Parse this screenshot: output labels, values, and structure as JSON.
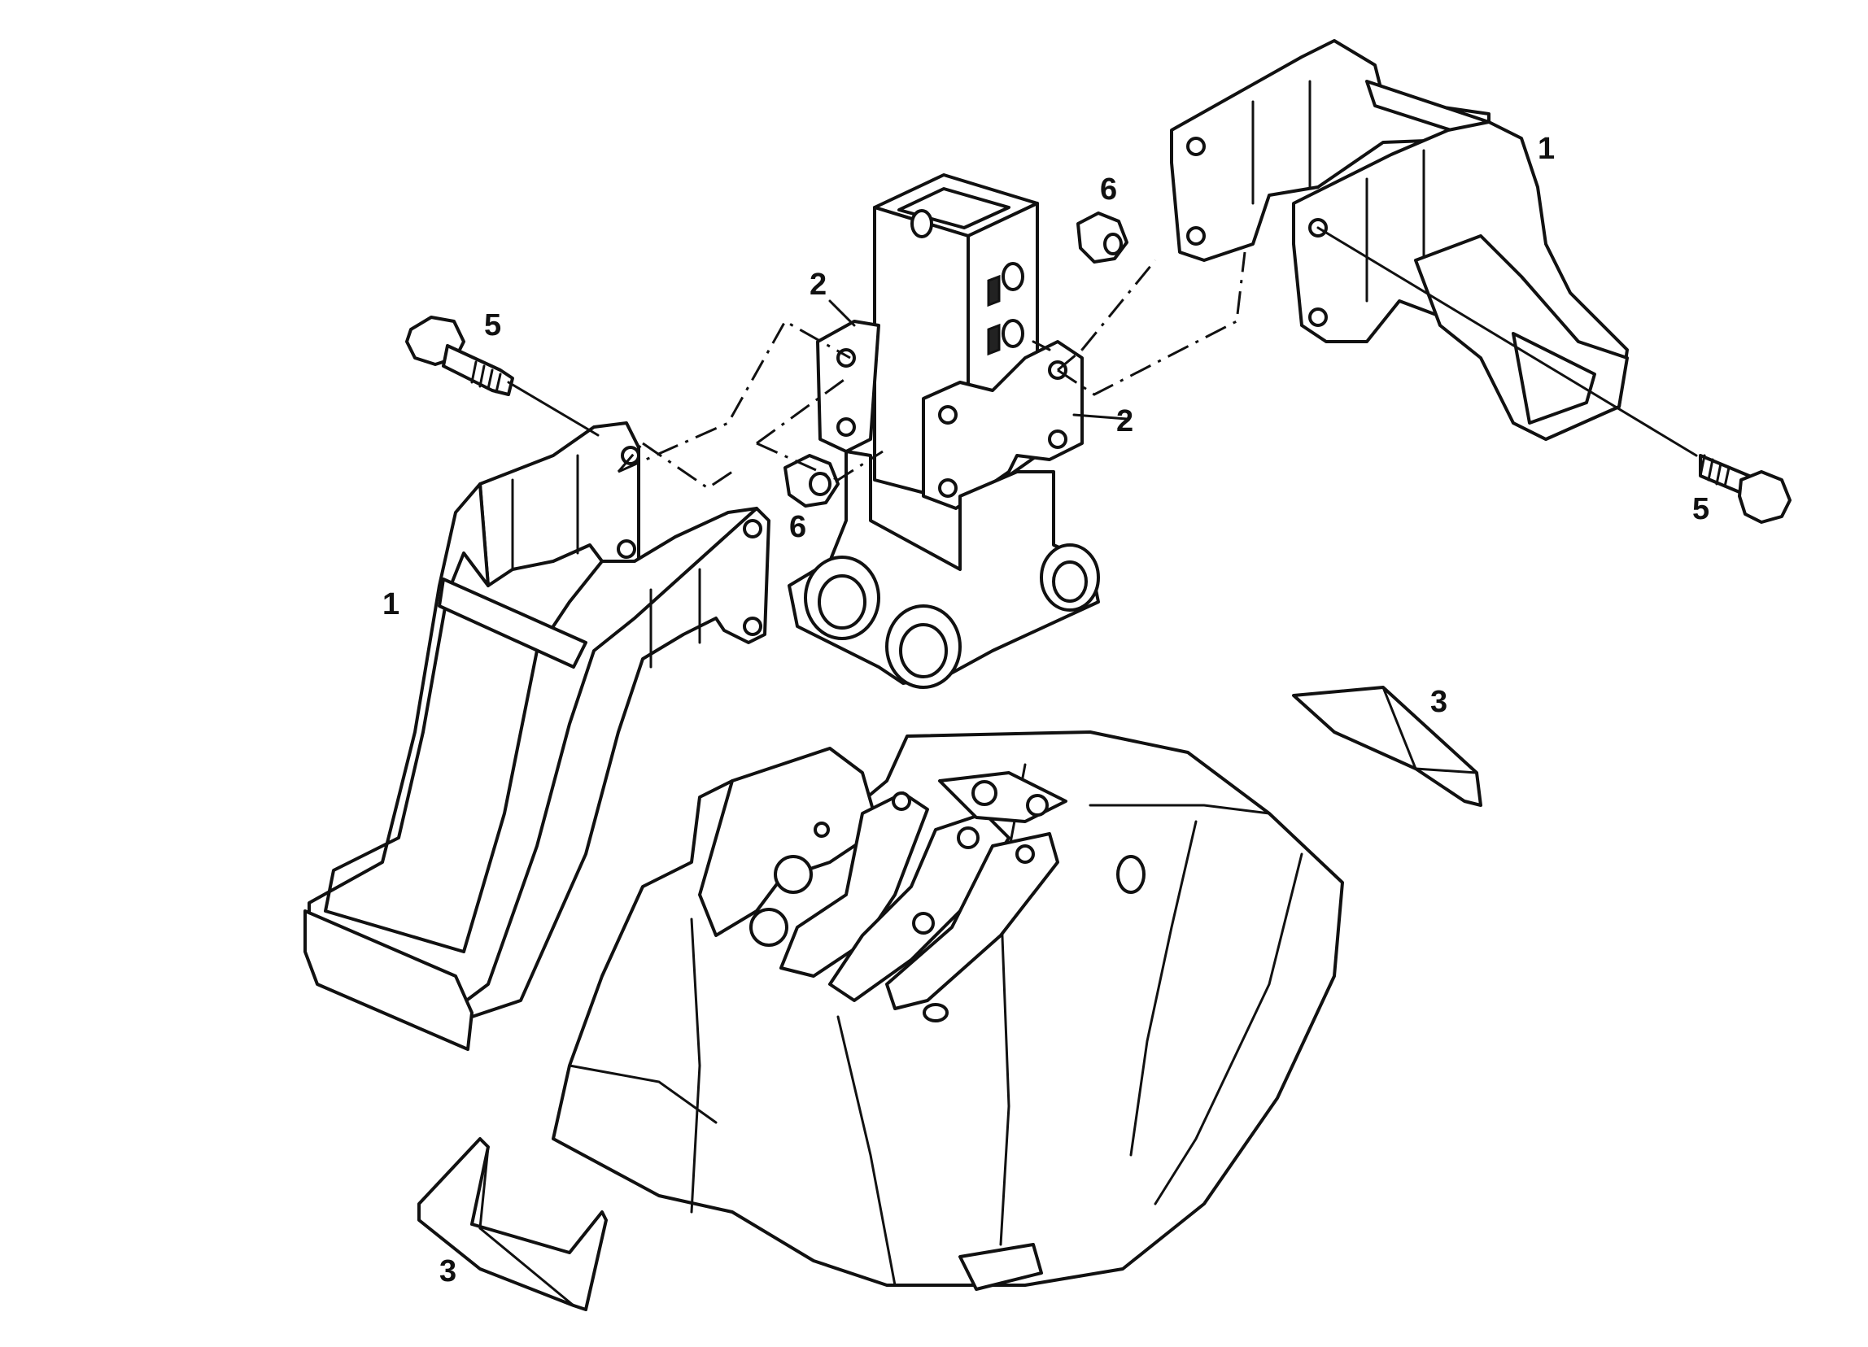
{
  "diagram": {
    "labels": {
      "bracket_left": "1",
      "bracket_right": "1",
      "plate_left": "2",
      "plate_right": "2",
      "wedge_right": "3",
      "wedge_left": "3",
      "bolt_left": "5",
      "bolt_right": "5",
      "nut_top": "6",
      "nut_bottom": "6"
    }
  }
}
